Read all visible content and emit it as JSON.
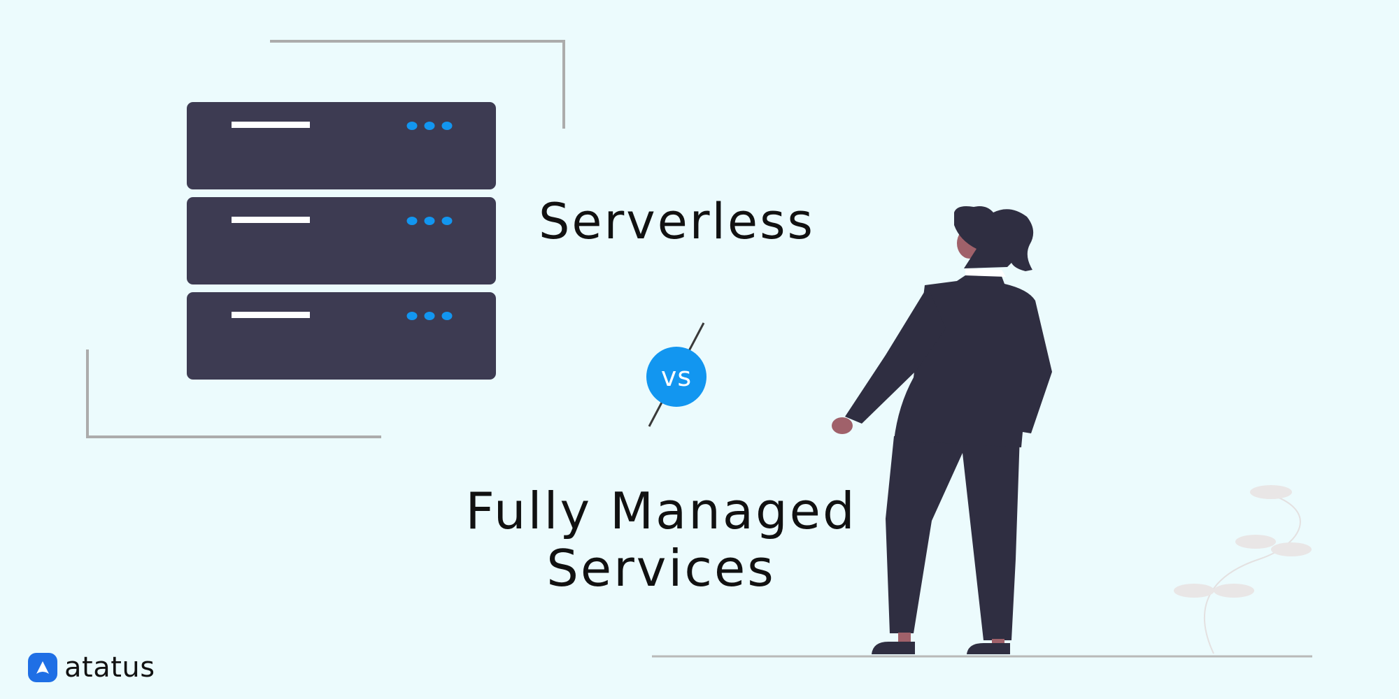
{
  "headline": {
    "top": "Serverless",
    "versus": "vs",
    "bottom": "Fully Managed Services"
  },
  "brand": {
    "name": "atatus",
    "icon": "atatus-logo-icon"
  },
  "colors": {
    "background": "#ecfbfd",
    "server": "#3d3b52",
    "accent": "#1296f0",
    "text": "#111111",
    "figure": "#2f2e41"
  }
}
